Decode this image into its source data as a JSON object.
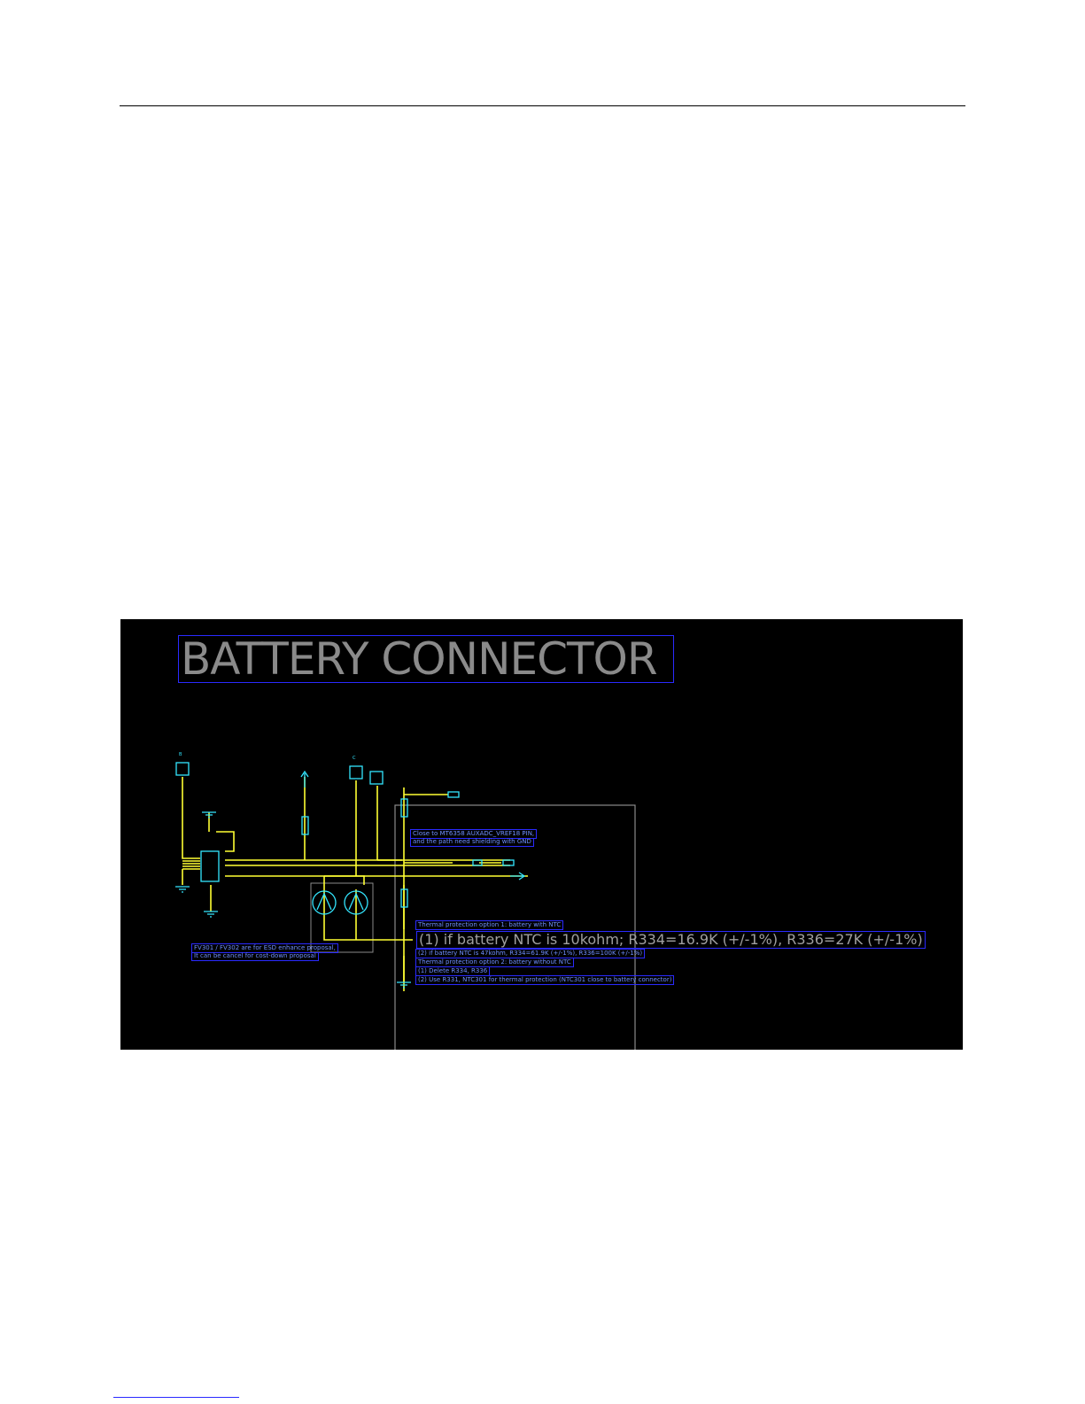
{
  "title": "BATTERY CONNECTOR",
  "notes": {
    "close_to": "Close to MT6358 AUXADC_VREF18 PIN,",
    "path_shield": "and the path need shielding with GND",
    "option1_title": "Thermal protection option 1: battery with NTC",
    "option1_case1": "(1) if battery NTC is 10kohm; R334=16.9K (+/-1%), R336=27K (+/-1%)",
    "option1_case2": "(2) if battery NTC is 47kohm, R334=61.9K (+/-1%), R336=100K (+/-1%)",
    "option2_title": "Thermal protection option 2: battery without NTC",
    "option2_step1": "(1) Delete R334, R336",
    "option2_step2": "(2) Use R331, NTC301 for thermal protection (NTC301 close to battery connector)",
    "esd_line1": "FV301 / FV302 are for ESD enhance proposal,",
    "esd_line2": "It can be cancel for cost-down proposal"
  },
  "colors": {
    "background": "#000000",
    "wire": "#ffff33",
    "component": "#33e6ff",
    "annotation": "#6f8fff",
    "frame": "#8a8a8a",
    "title": "#8a8a8a"
  }
}
